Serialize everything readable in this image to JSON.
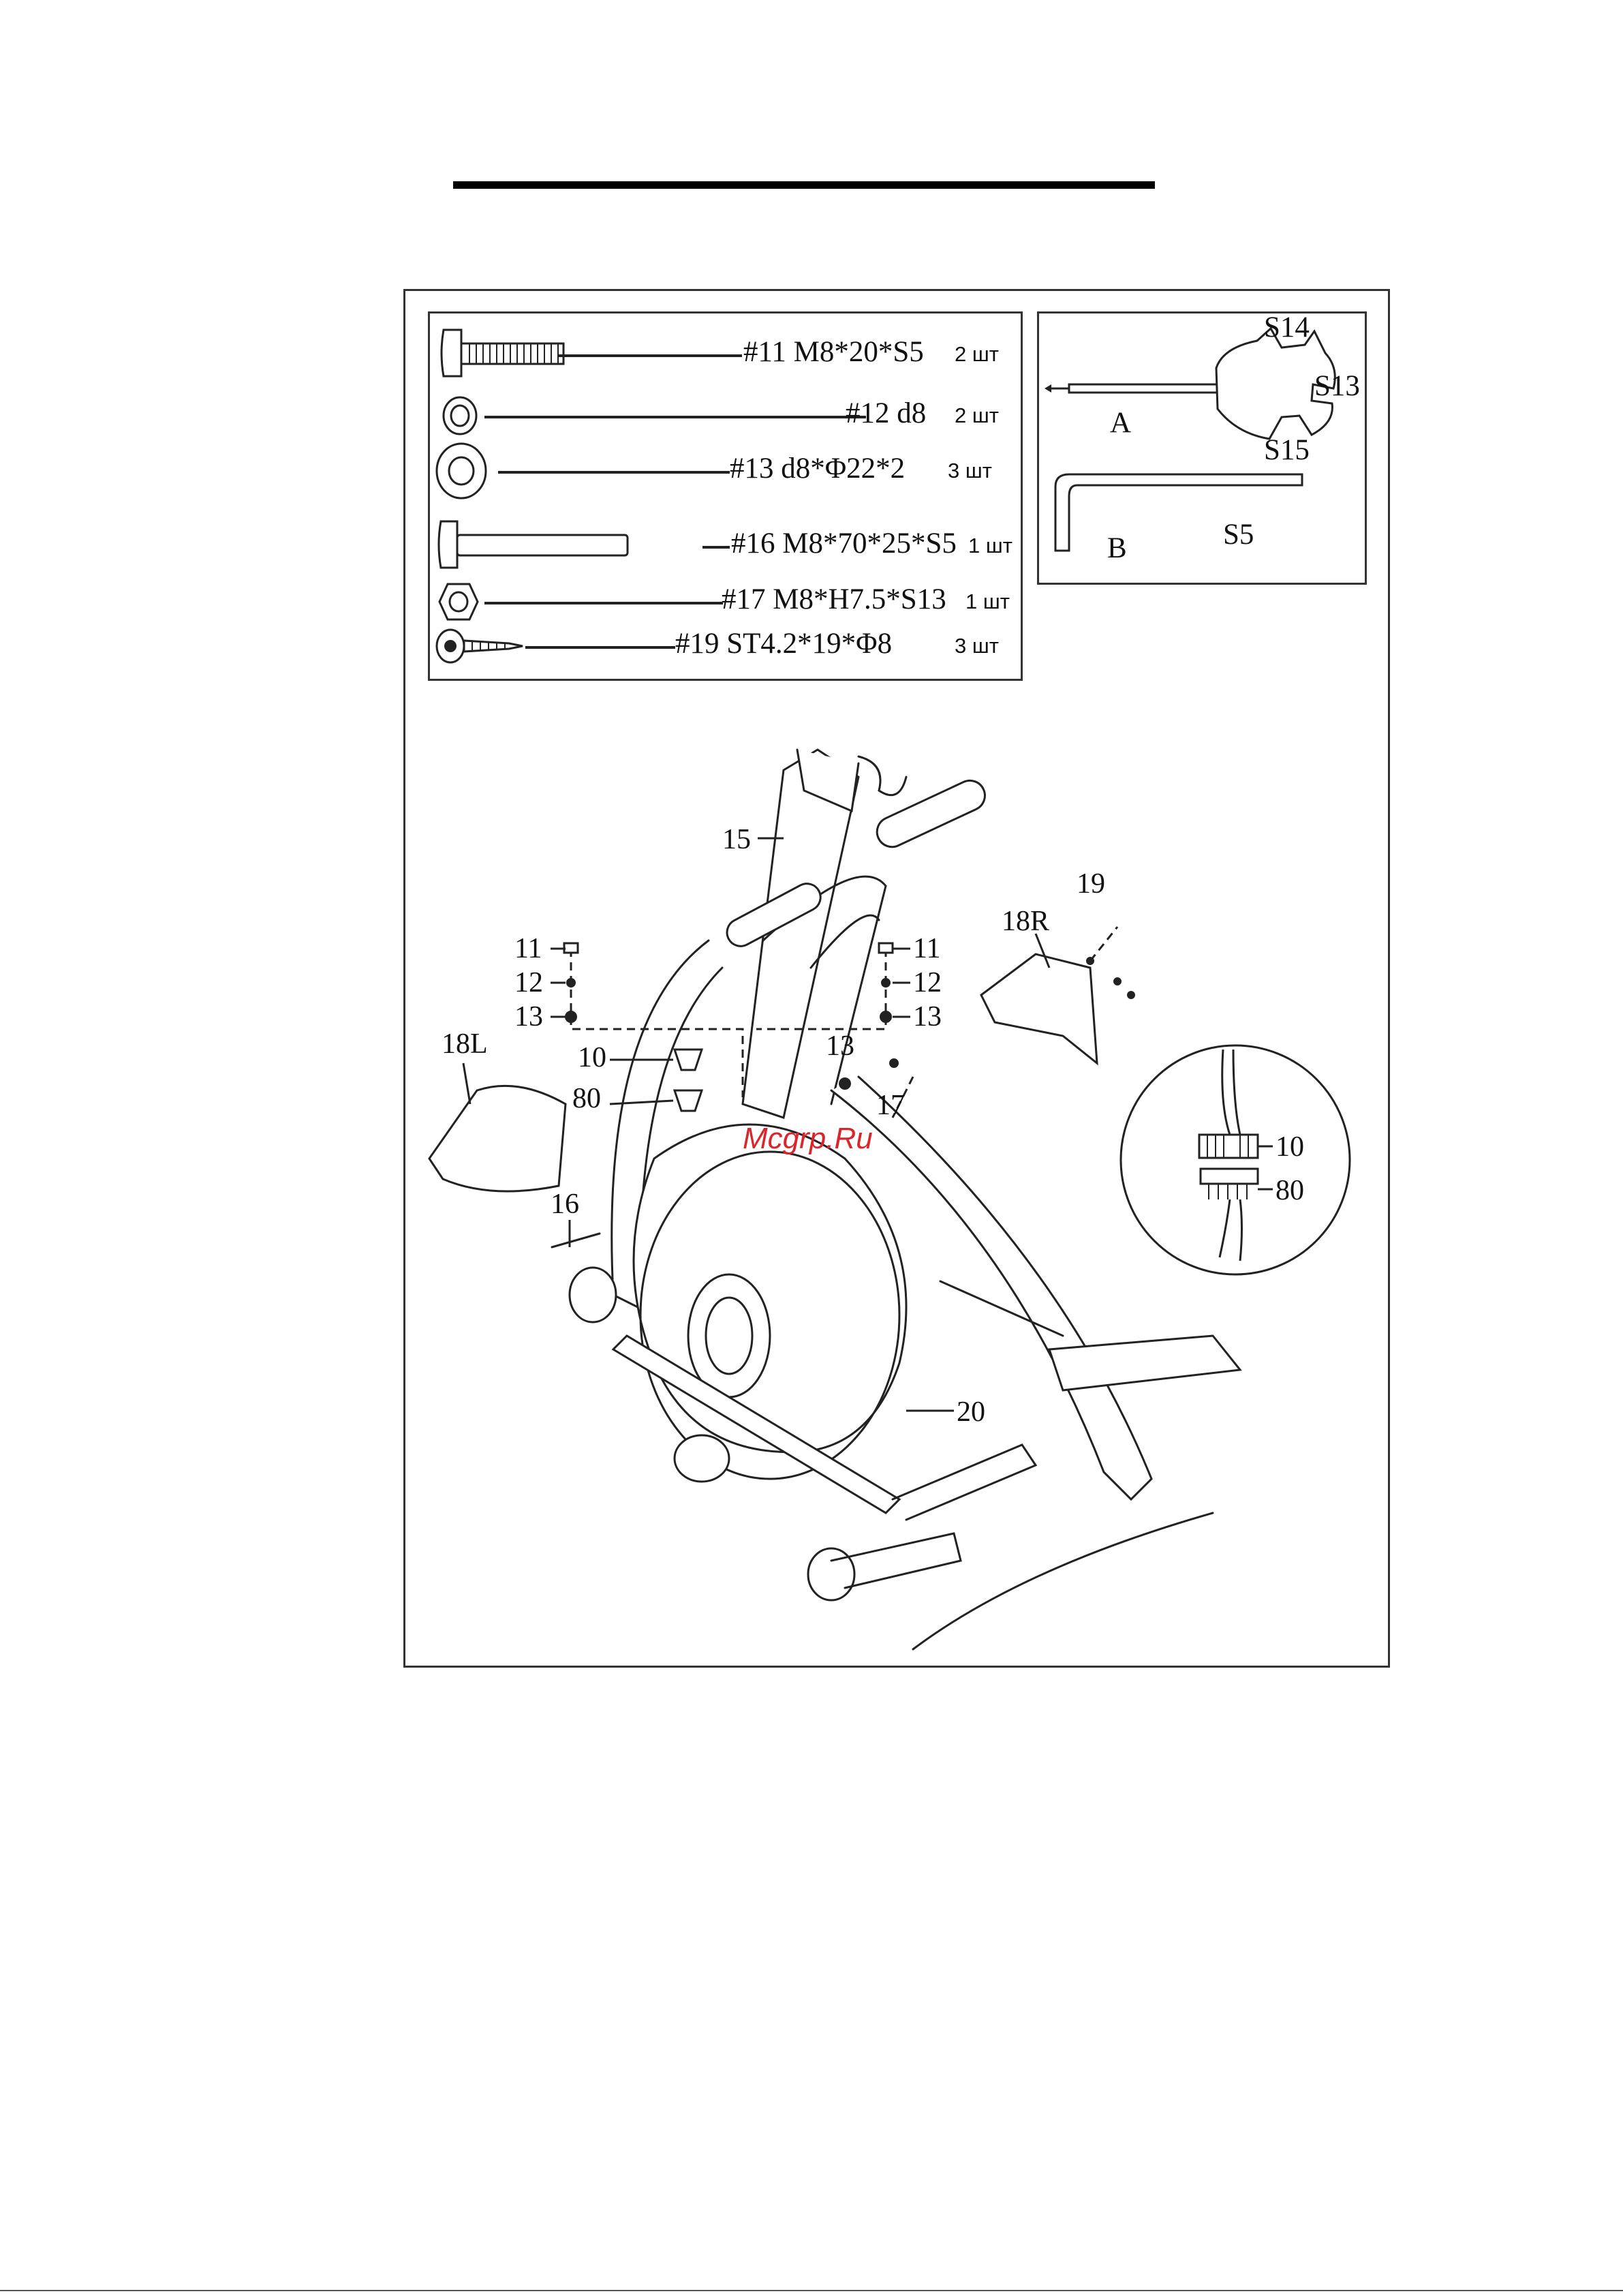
{
  "parts": [
    {
      "icon": "button-head-bolt-icon",
      "code": "#11  M8*20*S5",
      "qty": "2 шт"
    },
    {
      "icon": "spring-washer-icon",
      "code": "#12  d8",
      "qty": "2 шт"
    },
    {
      "icon": "flat-washer-icon",
      "code": "#13  d8*Φ22*2",
      "qty": "3 шт"
    },
    {
      "icon": "long-bolt-icon",
      "code": "#16  M8*70*25*S5",
      "qty": "1 шт"
    },
    {
      "icon": "nut-icon",
      "code": "#17  M8*H7.5*S13",
      "qty": "1 шт"
    },
    {
      "icon": "screw-icon",
      "code": "#19  ST4.2*19*Φ8",
      "qty": "3 шт"
    }
  ],
  "tools": {
    "wrench_label": "A",
    "wrench_sizes": [
      "S14",
      "S13",
      "S15"
    ],
    "allen_key_label": "B",
    "allen_key_size": "S5"
  },
  "callouts": {
    "c15": "15",
    "c11_left": "11",
    "c12_left": "12",
    "c13_left": "13",
    "c11_right": "11",
    "c12_right": "12",
    "c13_right": "13",
    "c18L": "18L",
    "c18R": "18R",
    "c19": "19",
    "c10": "10",
    "c80": "80",
    "c13_mid": "13",
    "c17": "17",
    "c16": "16",
    "c20": "20",
    "detail_10": "10",
    "detail_80": "80"
  },
  "watermark": "Mcgrp.Ru"
}
